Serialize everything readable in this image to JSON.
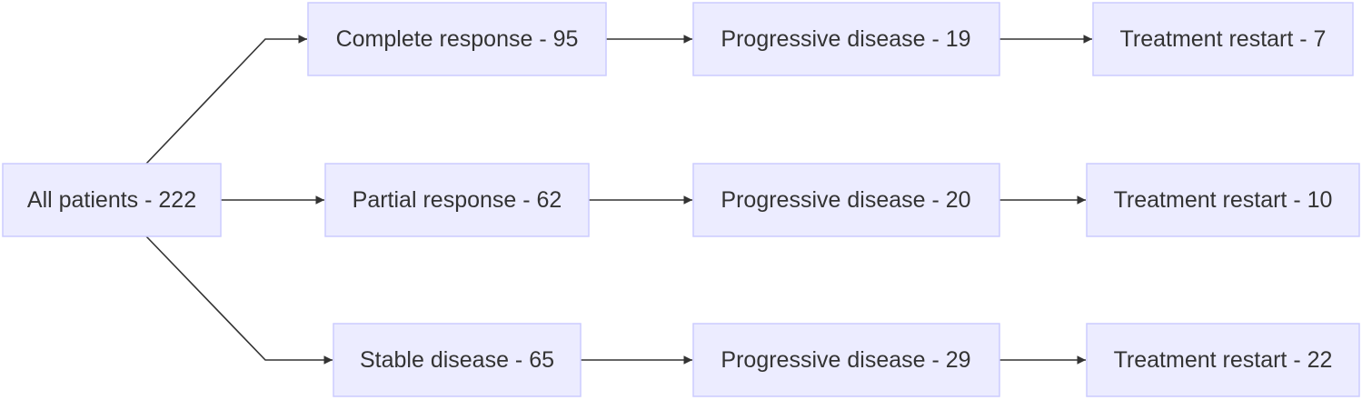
{
  "flowchart": {
    "nodes": {
      "all": "All patients - 222",
      "cr": "Complete response - 95",
      "pr": "Partial response - 62",
      "sd": "Stable disease - 65",
      "pd_cr": "Progressive disease - 19",
      "pd_pr": "Progressive disease - 20",
      "pd_sd": "Progressive disease - 29",
      "tr_cr": "Treatment restart - 7",
      "tr_pr": "Treatment restart - 10",
      "tr_sd": "Treatment restart - 22"
    },
    "edges": [
      {
        "from": "all",
        "to": "cr"
      },
      {
        "from": "all",
        "to": "pr"
      },
      {
        "from": "all",
        "to": "sd"
      },
      {
        "from": "cr",
        "to": "pd_cr"
      },
      {
        "from": "pr",
        "to": "pd_pr"
      },
      {
        "from": "sd",
        "to": "pd_sd"
      },
      {
        "from": "pd_cr",
        "to": "tr_cr"
      },
      {
        "from": "pd_pr",
        "to": "tr_pr"
      },
      {
        "from": "pd_sd",
        "to": "tr_sd"
      }
    ],
    "colors": {
      "node_fill": "#ececff",
      "node_border": "#ccccff",
      "edge": "#333333",
      "text": "#333333"
    }
  }
}
